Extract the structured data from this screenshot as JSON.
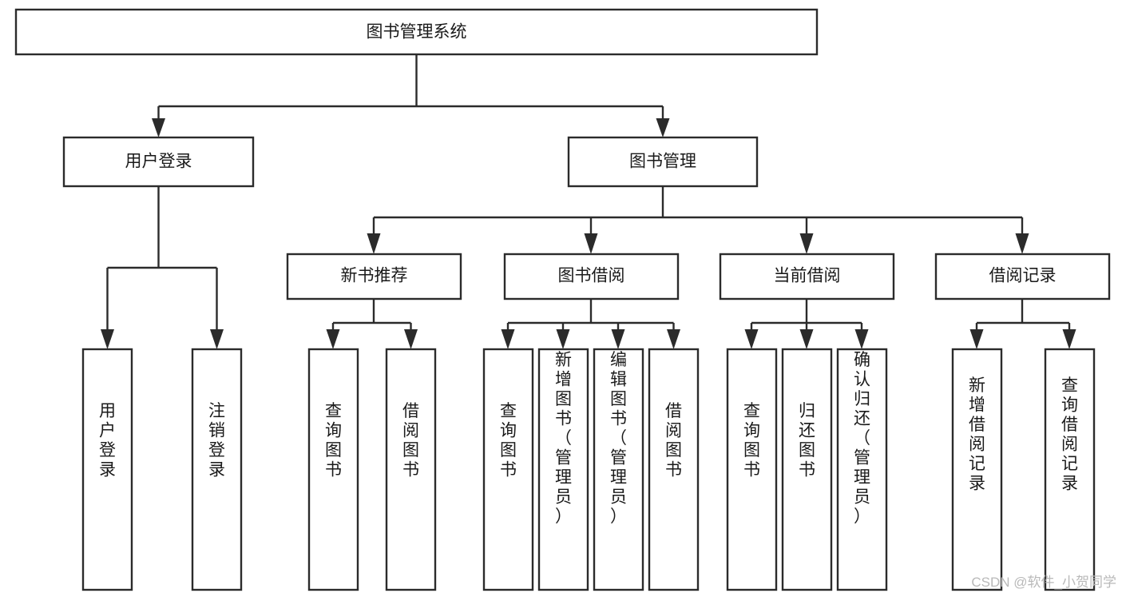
{
  "diagram": {
    "title": "图书管理系统",
    "type": "tree-hierarchy-diagram",
    "style": {
      "box_fill": "#ffffff",
      "box_stroke": "#2b2b2b",
      "text_color": "#1a1a1a",
      "watermark_color": "#b9b9b9",
      "background": "#ffffff"
    },
    "root": {
      "id": "root",
      "label": "图书管理系统",
      "orientation": "horizontal"
    },
    "level1": [
      {
        "id": "user-login",
        "label": "用户登录",
        "orientation": "horizontal"
      },
      {
        "id": "book-manage",
        "label": "图书管理",
        "orientation": "horizontal"
      }
    ],
    "level2": [
      {
        "id": "new-book-recommend",
        "label": "新书推荐",
        "orientation": "horizontal",
        "parent": "book-manage"
      },
      {
        "id": "book-borrow",
        "label": "图书借阅",
        "orientation": "horizontal",
        "parent": "book-manage"
      },
      {
        "id": "current-borrow",
        "label": "当前借阅",
        "orientation": "horizontal",
        "parent": "book-manage"
      },
      {
        "id": "borrow-record",
        "label": "借阅记录",
        "orientation": "horizontal",
        "parent": "book-manage"
      }
    ],
    "leaves": [
      {
        "id": "leaf-user-login",
        "label": "用户登录",
        "parent": "user-login",
        "orientation": "vertical"
      },
      {
        "id": "leaf-user-logout",
        "label": "注销登录",
        "parent": "user-login",
        "orientation": "vertical"
      },
      {
        "id": "leaf-query-book-1",
        "label": "查询图书",
        "parent": "new-book-recommend",
        "orientation": "vertical"
      },
      {
        "id": "leaf-borrow-book-1",
        "label": "借阅图书",
        "parent": "new-book-recommend",
        "orientation": "vertical"
      },
      {
        "id": "leaf-query-book-2",
        "label": "查询图书",
        "parent": "book-borrow",
        "orientation": "vertical"
      },
      {
        "id": "leaf-add-book",
        "label": "新增图书（管理员）",
        "parent": "book-borrow",
        "orientation": "vertical"
      },
      {
        "id": "leaf-edit-book",
        "label": "编辑图书（管理员）",
        "parent": "book-borrow",
        "orientation": "vertical"
      },
      {
        "id": "leaf-borrow-book-2",
        "label": "借阅图书",
        "parent": "book-borrow",
        "orientation": "vertical"
      },
      {
        "id": "leaf-query-book-3",
        "label": "查询图书",
        "parent": "current-borrow",
        "orientation": "vertical"
      },
      {
        "id": "leaf-return-book",
        "label": "归还图书",
        "parent": "current-borrow",
        "orientation": "vertical"
      },
      {
        "id": "leaf-confirm-return",
        "label": "确认归还（管理员）",
        "parent": "current-borrow",
        "orientation": "vertical"
      },
      {
        "id": "leaf-add-record",
        "label": "新增借阅记录",
        "parent": "borrow-record",
        "orientation": "vertical"
      },
      {
        "id": "leaf-query-record",
        "label": "查询借阅记录",
        "parent": "borrow-record",
        "orientation": "vertical"
      }
    ]
  },
  "watermark": {
    "text": "CSDN @软件_小贺同学"
  }
}
